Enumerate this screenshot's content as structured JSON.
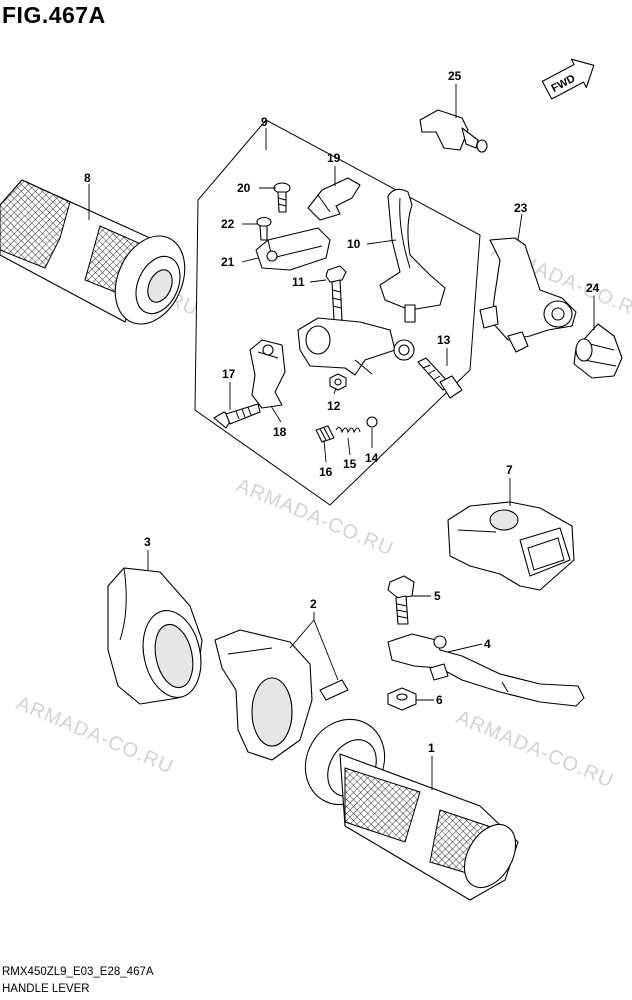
{
  "figure": {
    "title": "FIG.467A",
    "code": "RMX450ZL9_E03_E28_467A",
    "name": "HANDLE LEVER",
    "direction_badge": "FWD",
    "watermark": "ARMADA-CO.RU"
  },
  "callouts": [
    "1",
    "2",
    "3",
    "4",
    "5",
    "6",
    "7",
    "8",
    "9",
    "10",
    "11",
    "12",
    "13",
    "14",
    "15",
    "16",
    "17",
    "18",
    "19",
    "20",
    "21",
    "22",
    "23",
    "24",
    "25"
  ]
}
